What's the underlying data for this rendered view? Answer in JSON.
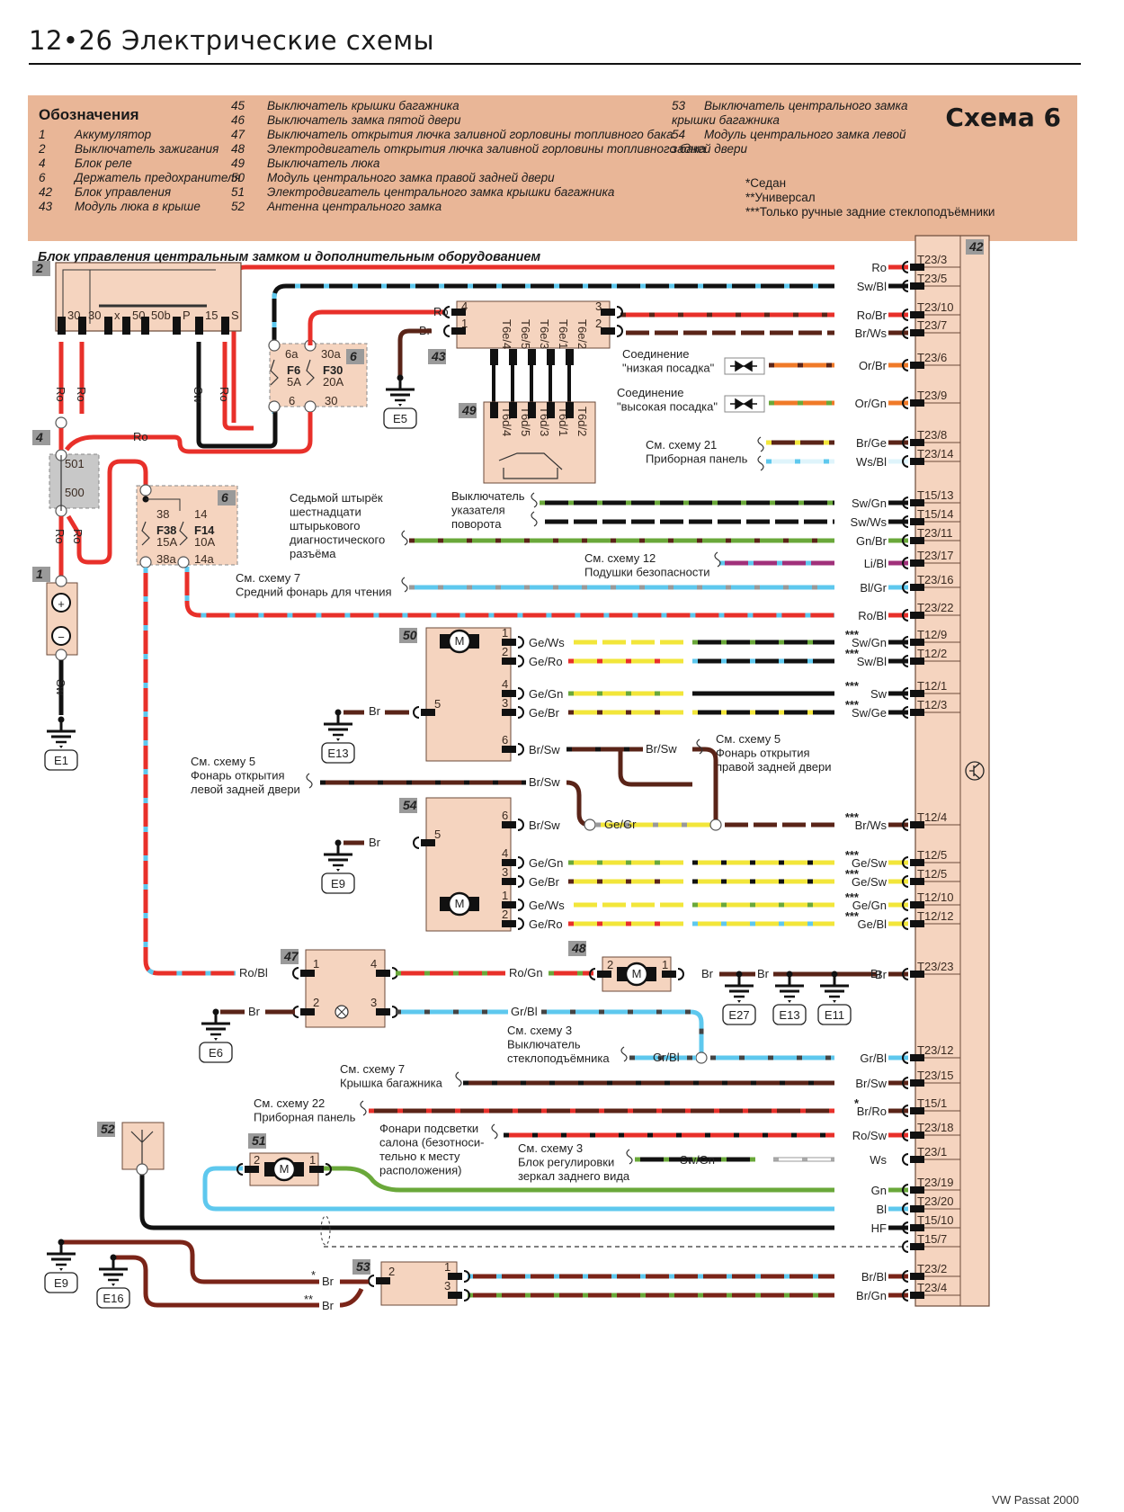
{
  "header": {
    "page": "12•26",
    "title": "Электрические схемы"
  },
  "legend": {
    "title": "Обозначения",
    "scheme_label": "Схема 6",
    "col1": [
      {
        "num": "1",
        "text": "Аккумулятор"
      },
      {
        "num": "2",
        "text": "Выключатель зажигания"
      },
      {
        "num": "4",
        "text": "Блок реле"
      },
      {
        "num": "6",
        "text": "Держатель предохранителя"
      },
      {
        "num": "42",
        "text": "Блок управления"
      },
      {
        "num": "43",
        "text": "Модуль люка в крыше"
      }
    ],
    "col2": [
      {
        "num": "45",
        "text": "Выключатель крышки багажника"
      },
      {
        "num": "46",
        "text": "Выключатель замка пятой двери"
      },
      {
        "num": "47",
        "text": "Выключатель открытия лючка заливной горловины топливного бака"
      },
      {
        "num": "48",
        "text": "Электродвигатель открытия лючка заливной горловины топливного бака"
      },
      {
        "num": "49",
        "text": "Выключатель люка"
      },
      {
        "num": "50",
        "text": "Модуль центрального замка правой задней двери"
      },
      {
        "num": "51",
        "text": "Электродвигатель центрального замка крышки багажника"
      },
      {
        "num": "52",
        "text": "Антенна центрального замка"
      }
    ],
    "col3": [
      {
        "num": "53",
        "text": "Выключатель центрального замка",
        "text2": "крышки багажника"
      },
      {
        "num": "54",
        "text": "Модуль центрального замка левой",
        "text2": "задней двери"
      }
    ],
    "footnotes": [
      "*Седан",
      "**Универсал",
      "***Только ручные задние стеклоподъёмники"
    ]
  },
  "subtitle": "Блок управления центральным замком и дополнительным оборудованием",
  "components": {
    "ignition": {
      "tag": "2",
      "terminals": [
        "30",
        "30",
        "x",
        "50",
        "50b",
        "P",
        "15",
        "S"
      ],
      "wires": [
        "Ro",
        "Ro",
        "Sw",
        "Ro"
      ]
    },
    "fuse_box_top": {
      "tag": "6",
      "fuses": [
        {
          "id": "F6",
          "rating": "5A",
          "in": "6a",
          "out": "6"
        },
        {
          "id": "F30",
          "rating": "20A",
          "in": "30a",
          "out": "30"
        }
      ]
    },
    "relay_block": {
      "tag": "4",
      "pins": [
        "501",
        "500"
      ],
      "wires": [
        "Ro",
        "Ro",
        "Ro",
        "Ro"
      ]
    },
    "fuse_box_mid": {
      "tag": "6",
      "fuses": [
        {
          "id": "F38",
          "rating": "15A",
          "in": "38",
          "out": "38a"
        },
        {
          "id": "F14",
          "rating": "10A",
          "in": "14",
          "out": "14a"
        }
      ]
    },
    "battery": {
      "tag": "1",
      "plus": "+",
      "minus": "−",
      "wire": "Sw",
      "ground": "E1"
    },
    "sunroof_module": {
      "tag": "43",
      "pins": [
        "4",
        "1",
        "3",
        "2"
      ],
      "in_wires": [
        "Ro",
        "Br"
      ],
      "ground": "E5",
      "connectors": [
        "T6e/4",
        "T6e/5",
        "T6e/3",
        "T6e/1",
        "T6e/2"
      ]
    },
    "sunroof_switch": {
      "tag": "49",
      "connectors": [
        "T6d/4",
        "T6d/5",
        "T6d/3",
        "T6d/1",
        "T6d/2"
      ]
    },
    "module_50": {
      "tag": "50",
      "pins": [
        "1",
        "2",
        "4",
        "3",
        "5",
        "6"
      ],
      "wires": [
        "Ge/Ws",
        "Ge/Ro",
        "Ge/Gn",
        "Ge/Br",
        "Br/Sw"
      ],
      "ground_wire": "Br",
      "ground": "E13",
      "motor": "M"
    },
    "module_54": {
      "tag": "54",
      "pins": [
        "6",
        "5",
        "4",
        "3",
        "1",
        "2"
      ],
      "wires": [
        "Br/Sw",
        "Ge/Gn",
        "Ge/Br",
        "Ge/Ws",
        "Ge/Ro"
      ],
      "ground_wire": "Br",
      "ground": "E9",
      "motor": "M"
    },
    "switch_47": {
      "tag": "47",
      "pins": [
        "1",
        "4",
        "2",
        "3"
      ],
      "wires": [
        "Ro/Bl",
        "Ro/Gn",
        "Br",
        "Gr/Bl"
      ],
      "ground": "E6"
    },
    "motor_48": {
      "tag": "48",
      "pins": [
        "2",
        "1"
      ],
      "wire": "Br",
      "grounds": [
        "E27",
        "E13",
        "E11"
      ],
      "motor": "M"
    },
    "motor_51": {
      "tag": "51",
      "pins": [
        "2",
        "1"
      ],
      "motor": "M"
    },
    "antenna_52": {
      "tag": "52"
    },
    "switch_53": {
      "tag": "53",
      "pins": [
        "2",
        "1",
        "3"
      ],
      "wires": [
        "*Br",
        "**Br"
      ],
      "grounds": [
        "E9",
        "E16"
      ]
    },
    "control_unit": {
      "tag": "42"
    }
  },
  "ref_notes": {
    "low_seat": [
      "Соединение",
      "\"низкая посадка\""
    ],
    "high_seat": [
      "Соединение",
      "\"высокая посадка\""
    ],
    "scheme21": [
      "См. схему 21",
      "Приборная панель"
    ],
    "diag": [
      "Седьмой штырёк",
      "шестнадцати",
      "штырькового",
      "диагностического",
      "разъёма"
    ],
    "turn": [
      "Выключатель",
      "указателя",
      "поворота"
    ],
    "scheme12": [
      "См. схему 12",
      "Подушки безопасности"
    ],
    "scheme7a": [
      "См. схему 7",
      "Средний фонарь для чтения"
    ],
    "scheme5r": [
      "См. схему 5",
      "Фонарь открытия",
      "правой задней двери"
    ],
    "scheme5l": [
      "См. схему 5",
      "Фонарь открытия",
      "левой задней двери"
    ],
    "scheme3a": [
      "См. схему 3",
      "Выключатель",
      "стеклоподъёмника"
    ],
    "scheme7b": [
      "См. схему 7",
      "Крышка багажника"
    ],
    "scheme22": [
      "См. схему 22",
      "Приборная панель"
    ],
    "interior": [
      "Фонари подсветки",
      "салона (безотноси-",
      "тельно к месту",
      "расположения)"
    ],
    "scheme3b": [
      "См. схему 3",
      "Блок регулировки",
      "зеркал заднего вида"
    ]
  },
  "wires": [
    {
      "label": "Ro",
      "pin": "T23/3",
      "colors": [
        "#e8302a",
        "#e8302a"
      ]
    },
    {
      "label": "Sw/Bl",
      "pin": "T23/5",
      "colors": [
        "#111111",
        "#5ec8ee"
      ]
    },
    {
      "label": "Ro/Br",
      "pin": "T23/10",
      "colors": [
        "#e8302a",
        "#5a2418"
      ]
    },
    {
      "label": "Br/Ws",
      "pin": "T23/7",
      "colors": [
        "#5a2418",
        "#ffffff"
      ]
    },
    {
      "label": "Or/Br",
      "pin": "T23/6",
      "colors": [
        "#f07a28",
        "#5a2418"
      ]
    },
    {
      "label": "Or/Gn",
      "pin": "T23/9",
      "colors": [
        "#f07a28",
        "#6aa83a"
      ]
    },
    {
      "label": "Br/Ge",
      "pin": "T23/8",
      "colors": [
        "#5a2418",
        "#f2e63a"
      ]
    },
    {
      "label": "Ws/Bl",
      "pin": "T23/14",
      "colors": [
        "#dff4fb",
        "#5ec8ee"
      ]
    },
    {
      "label": "Sw/Gn",
      "pin": "T15/13",
      "colors": [
        "#111111",
        "#6aa83a"
      ]
    },
    {
      "label": "Sw/Ws",
      "pin": "T15/14",
      "colors": [
        "#111111",
        "#ffffff"
      ]
    },
    {
      "label": "Gn/Br",
      "pin": "T23/11",
      "colors": [
        "#6aa83a",
        "#5a2418"
      ]
    },
    {
      "label": "Li/Bl",
      "pin": "T23/17",
      "colors": [
        "#a0307a",
        "#5ec8ee"
      ]
    },
    {
      "label": "Bl/Gr",
      "pin": "T23/16",
      "colors": [
        "#5ec8ee",
        "#999999"
      ]
    },
    {
      "label": "Ro/Bl",
      "pin": "T23/22",
      "colors": [
        "#e8302a",
        "#5ec8ee"
      ]
    },
    {
      "label": "Sw/Gn",
      "pin": "T12/9",
      "colors": [
        "#111111",
        "#6aa83a"
      ],
      "mark": "***"
    },
    {
      "label": "Sw/Bl",
      "pin": "T12/2",
      "colors": [
        "#111111",
        "#5ec8ee"
      ],
      "mark": "***"
    },
    {
      "label": "Sw",
      "pin": "T12/1",
      "colors": [
        "#111111",
        "#111111"
      ],
      "mark": "***"
    },
    {
      "label": "Sw/Ge",
      "pin": "T12/3",
      "colors": [
        "#111111",
        "#f2e63a"
      ],
      "mark": "***"
    },
    {
      "label": "Br/Ws",
      "pin": "T12/4",
      "colors": [
        "#5a2418",
        "#ffffff"
      ],
      "mark": "***"
    },
    {
      "label": "Ge/Sw",
      "pin": "T12/5",
      "colors": [
        "#f2e63a",
        "#111111"
      ],
      "mark": "***"
    },
    {
      "label": "Ge/Sw",
      "pin": "T12/5",
      "colors": [
        "#f2e63a",
        "#111111"
      ],
      "mark": "***"
    },
    {
      "label": "Ge/Gn",
      "pin": "T12/10",
      "colors": [
        "#f2e63a",
        "#6aa83a"
      ],
      "mark": "***"
    },
    {
      "label": "Ge/Bl",
      "pin": "T12/12",
      "colors": [
        "#f2e63a",
        "#5ec8ee"
      ],
      "mark": "***"
    },
    {
      "label": "Br",
      "pin": "T23/23",
      "colors": [
        "#5a2418",
        "#5a2418"
      ]
    },
    {
      "label": "Gr/Bl",
      "pin": "T23/12",
      "colors": [
        "#5ec8ee",
        "#444444"
      ]
    },
    {
      "label": "Br/Sw",
      "pin": "T23/15",
      "colors": [
        "#5a2418",
        "#111111"
      ]
    },
    {
      "label": "Br/Ro",
      "pin": "T15/1",
      "colors": [
        "#5a2418",
        "#e8302a"
      ],
      "mark": "*"
    },
    {
      "label": "Ro/Sw",
      "pin": "T23/18",
      "colors": [
        "#e8302a",
        "#111111"
      ]
    },
    {
      "label": "Ws",
      "pin": "T23/1",
      "colors": [
        "#ffffff",
        "#aaaaaa"
      ]
    },
    {
      "label": "Gn",
      "pin": "T23/19",
      "colors": [
        "#6aa83a",
        "#6aa83a"
      ]
    },
    {
      "label": "Bl",
      "pin": "T23/20",
      "colors": [
        "#5ec8ee",
        "#5ec8ee"
      ]
    },
    {
      "label": "HF",
      "pin": "T15/10",
      "colors": [
        "#111111",
        "#111111"
      ]
    },
    {
      "label": "",
      "pin": "T15/7",
      "colors": [
        "dashed",
        "dashed"
      ]
    },
    {
      "label": "Br/Bl",
      "pin": "T23/2",
      "colors": [
        "#7a2418",
        "#5ec8ee"
      ]
    },
    {
      "label": "Br/Gn",
      "pin": "T23/4",
      "colors": [
        "#7a2418",
        "#6aa83a"
      ]
    }
  ],
  "inner_wires": {
    "m50_out": [
      "Ge/Ws",
      "Ge/Ro",
      "Ge/Gn",
      "Ge/Br",
      "Br/Sw"
    ],
    "m54_out": [
      "Br/Sw",
      "Ge/Gn",
      "Ge/Br",
      "Ge/Ws",
      "Ge/Ro"
    ],
    "bridge": [
      "Br/Sw",
      "Br/Sw",
      "Ge/Gr"
    ],
    "mirror": [
      "Sw/Gn"
    ],
    "gr_bl": [
      "Gr/Bl",
      "Gr/Bl"
    ],
    "ro": "Ro"
  },
  "colors": {
    "legend_bg": "#e9b697",
    "component_bg": "#f5d4bf",
    "tag_bg": "#9a9a9a",
    "red": "#e8302a",
    "brown": "#5a2418",
    "blue": "#5ec8ee",
    "green": "#6aa83a",
    "yellow": "#f2e63a"
  },
  "footer": "VW Passat 2000"
}
